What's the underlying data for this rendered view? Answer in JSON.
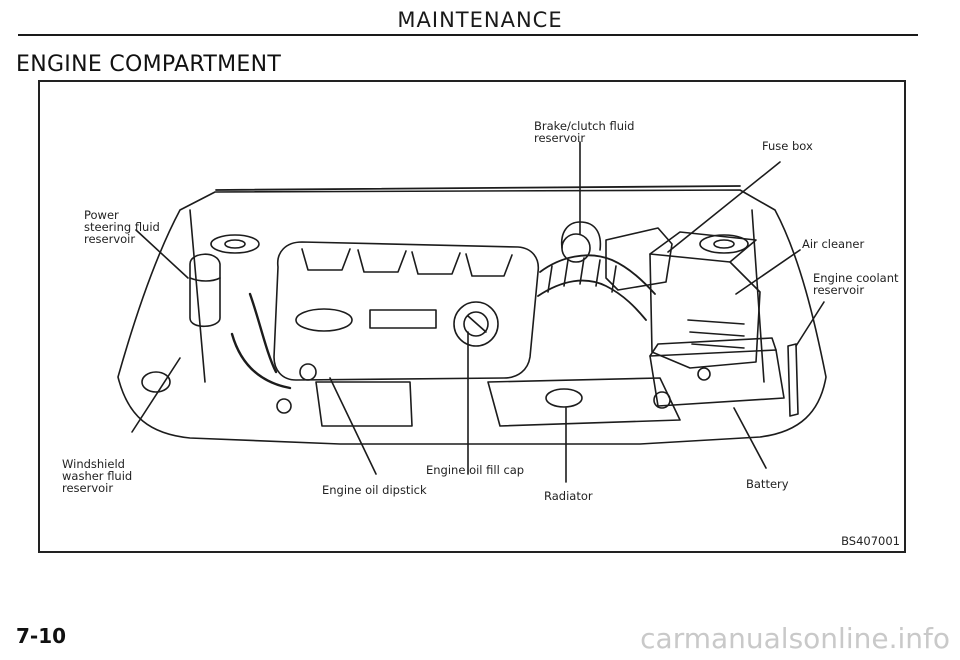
{
  "header": {
    "running_title": "MAINTENANCE"
  },
  "section": {
    "title": "ENGINE COMPARTMENT"
  },
  "figure": {
    "code": "BS407001",
    "callouts": {
      "brake_clutch": "Brake/clutch fluid\nreservoir",
      "fuse_box": "Fuse box",
      "power_steering": "Power\nsteering fluid\nreservoir",
      "air_cleaner": "Air cleaner",
      "engine_coolant": "Engine coolant\nreservoir",
      "windshield_washer": "Windshield\nwasher fluid\nreservoir",
      "engine_oil_fill_cap": "Engine oil fill cap",
      "engine_oil_dipstick": "Engine oil dipstick",
      "radiator": "Radiator",
      "battery": "Battery"
    }
  },
  "footer": {
    "page_number": "7-10",
    "watermark": "carmanualsonline.info"
  }
}
